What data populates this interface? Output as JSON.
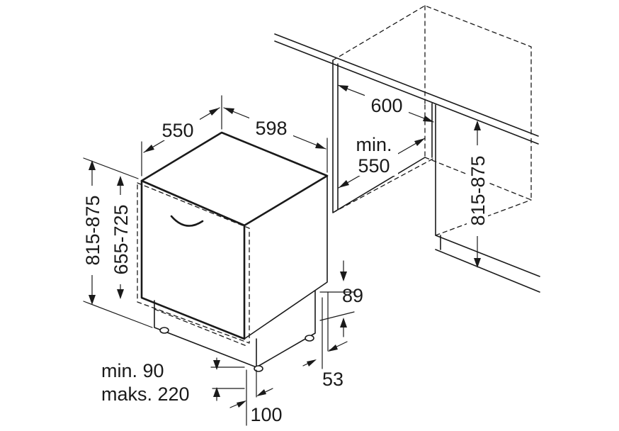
{
  "dimensions": {
    "depth": "550",
    "width": "598",
    "height_total": "815-875",
    "height_door": "655-725",
    "niche_width": "600",
    "niche_depth_min": "min.",
    "niche_depth_val": "550",
    "niche_height": "815-875",
    "plinth_height": "89",
    "plinth_gap": "53",
    "foot_min": "min. 90",
    "foot_max": "maks. 220",
    "foot_offset": "100"
  },
  "colors": {
    "line": "#1a1a1a",
    "background": "#ffffff"
  }
}
